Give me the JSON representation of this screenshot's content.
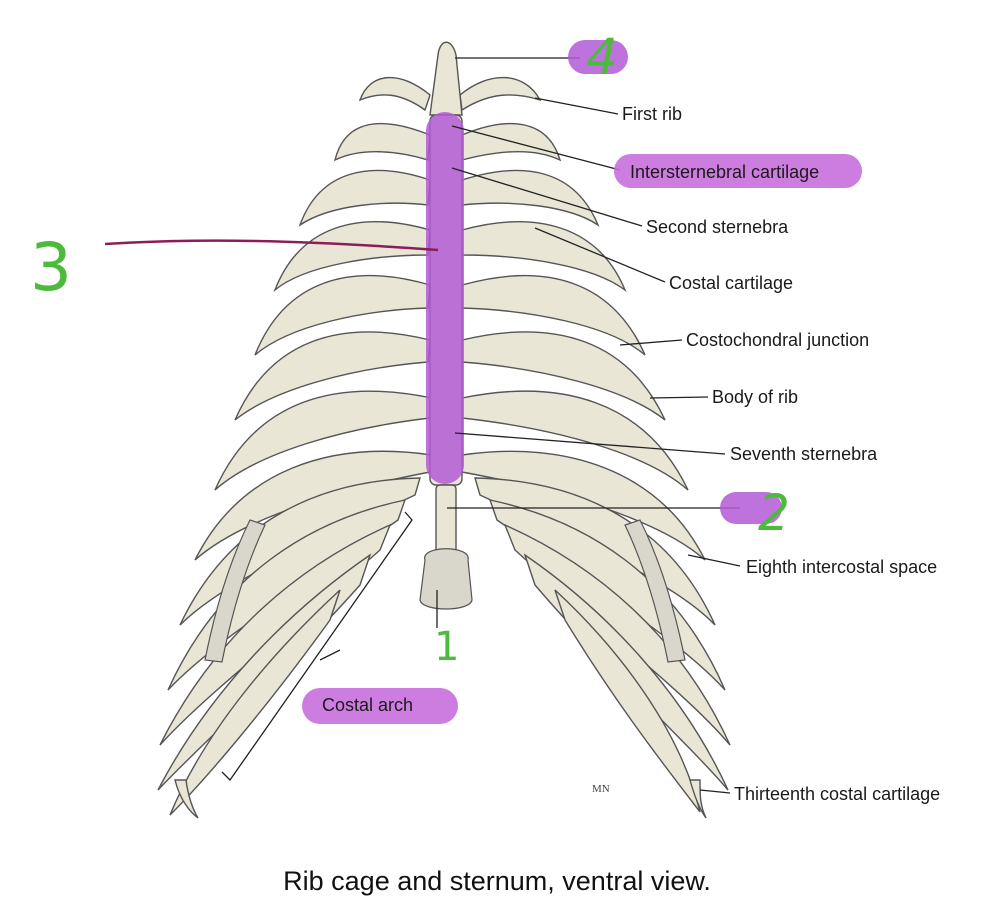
{
  "caption": "Rib cage and sternum, ventral view.",
  "labels": {
    "first_rib": "First rib",
    "intersternebral_cartilage": "Intersternebral cartilage",
    "second_sternebra": "Second sternebra",
    "costal_cartilage": "Costal cartilage",
    "costochondral_junction": "Costochondral junction",
    "body_of_rib": "Body of rib",
    "seventh_sternebra": "Seventh sternebra",
    "eighth_intercostal_space": "Eighth intercostal space",
    "costal_arch": "Costal arch",
    "thirteenth_costal_cartilage": "Thirteenth costal cartilage",
    "artist_initials": "MN"
  },
  "handwritten_numbers": {
    "n1": "1",
    "n2": "2",
    "n3": "3",
    "n4": "4"
  },
  "colors": {
    "highlight": "#b35ad6",
    "handwriting_green": "#4cbb3c",
    "pen_line": "#8b1e5a",
    "bone": "#e9e6d6",
    "cartilage": "#d9d7cc"
  }
}
